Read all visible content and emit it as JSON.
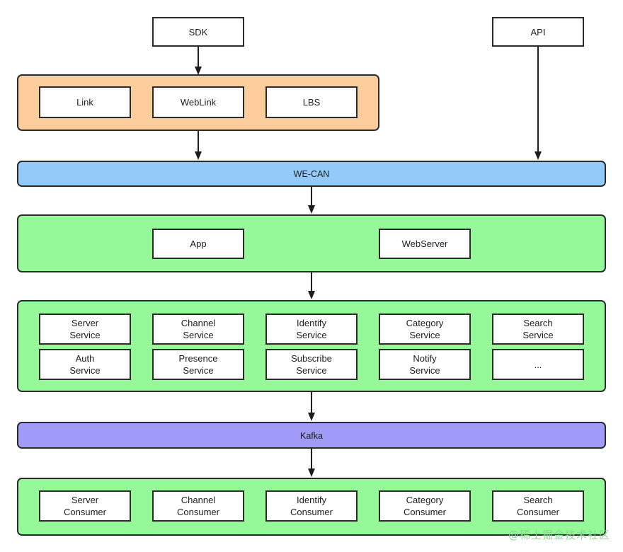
{
  "diagram": {
    "title": "WE-CAN layered service architecture",
    "background": "#ffffff",
    "colors": {
      "orange_band": "#fbcd9d",
      "blue_band": "#94caf9",
      "green_band": "#95f99a",
      "purple_band": "#9f9bf6",
      "node_fill": "#ffffff",
      "stroke": "#2b2b2b",
      "text": "#1d1d1d",
      "watermark": "#86d78c"
    }
  },
  "entry": {
    "sdk": "SDK",
    "api": "API"
  },
  "sdk_layer": {
    "items": [
      {
        "label": "Link"
      },
      {
        "label": "WebLink"
      },
      {
        "label": "LBS"
      }
    ]
  },
  "gateway": {
    "label": "WE-CAN"
  },
  "app_layer": {
    "items": [
      {
        "label": "App"
      },
      {
        "label": "WebServer"
      }
    ]
  },
  "service_layer": {
    "rows": [
      [
        {
          "label": "Server\nService"
        },
        {
          "label": "Channel\nService"
        },
        {
          "label": "Identify\nService"
        },
        {
          "label": "Category\nService"
        },
        {
          "label": "Search\nService"
        }
      ],
      [
        {
          "label": "Auth\nService"
        },
        {
          "label": "Presence\nService"
        },
        {
          "label": "Subscribe\nService"
        },
        {
          "label": "Notify\nService"
        },
        {
          "label": "..."
        }
      ]
    ]
  },
  "message_bus": {
    "label": "Kafka"
  },
  "consumer_layer": {
    "items": [
      {
        "label": "Server\nConsumer"
      },
      {
        "label": "Channel\nConsumer"
      },
      {
        "label": "Identify\nConsumer"
      },
      {
        "label": "Category\nConsumer"
      },
      {
        "label": "Search\nConsumer"
      }
    ]
  },
  "watermark": {
    "text": "@稀土掘金技术社区"
  }
}
